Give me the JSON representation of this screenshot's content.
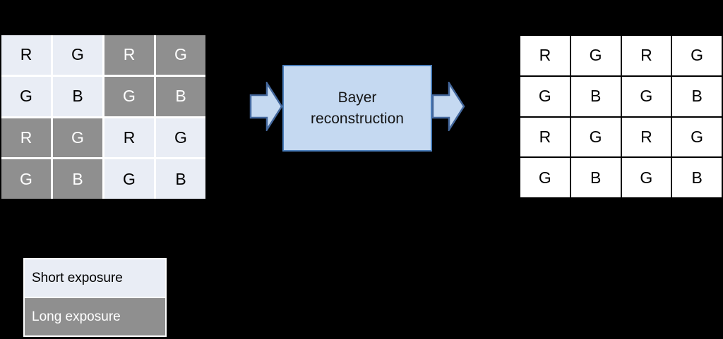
{
  "left_grid": {
    "cells": [
      [
        {
          "label": "R",
          "exposure": "short"
        },
        {
          "label": "G",
          "exposure": "short"
        },
        {
          "label": "R",
          "exposure": "long"
        },
        {
          "label": "G",
          "exposure": "long"
        }
      ],
      [
        {
          "label": "G",
          "exposure": "short"
        },
        {
          "label": "B",
          "exposure": "short"
        },
        {
          "label": "G",
          "exposure": "long"
        },
        {
          "label": "B",
          "exposure": "long"
        }
      ],
      [
        {
          "label": "R",
          "exposure": "long"
        },
        {
          "label": "G",
          "exposure": "long"
        },
        {
          "label": "R",
          "exposure": "short"
        },
        {
          "label": "G",
          "exposure": "short"
        }
      ],
      [
        {
          "label": "G",
          "exposure": "long"
        },
        {
          "label": "B",
          "exposure": "long"
        },
        {
          "label": "G",
          "exposure": "short"
        },
        {
          "label": "B",
          "exposure": "short"
        }
      ]
    ]
  },
  "process_box": {
    "line1": "Bayer",
    "line2": "reconstruction"
  },
  "right_grid": {
    "cells": [
      [
        "R",
        "G",
        "R",
        "G"
      ],
      [
        "G",
        "B",
        "G",
        "B"
      ],
      [
        "R",
        "G",
        "R",
        "G"
      ],
      [
        "G",
        "B",
        "G",
        "B"
      ]
    ]
  },
  "legend": {
    "items": [
      {
        "label": "Short exposure",
        "exposure": "short"
      },
      {
        "label": "Long exposure",
        "exposure": "long"
      }
    ]
  },
  "colors": {
    "background": "#000000",
    "short_exposure_fill": "#E9EDF5",
    "long_exposure_fill": "#8F8F8F",
    "grid_gap": "#FFFFFF",
    "right_cell_fill": "#FFFFFF",
    "right_grid_border": "#000000",
    "box_fill": "#C5D9F1",
    "box_border": "#4A7EBB",
    "arrow_fill": "#C5D9F1",
    "arrow_border": "#44689D",
    "text_dark": "#000000",
    "text_light": "#FFFFFF"
  }
}
